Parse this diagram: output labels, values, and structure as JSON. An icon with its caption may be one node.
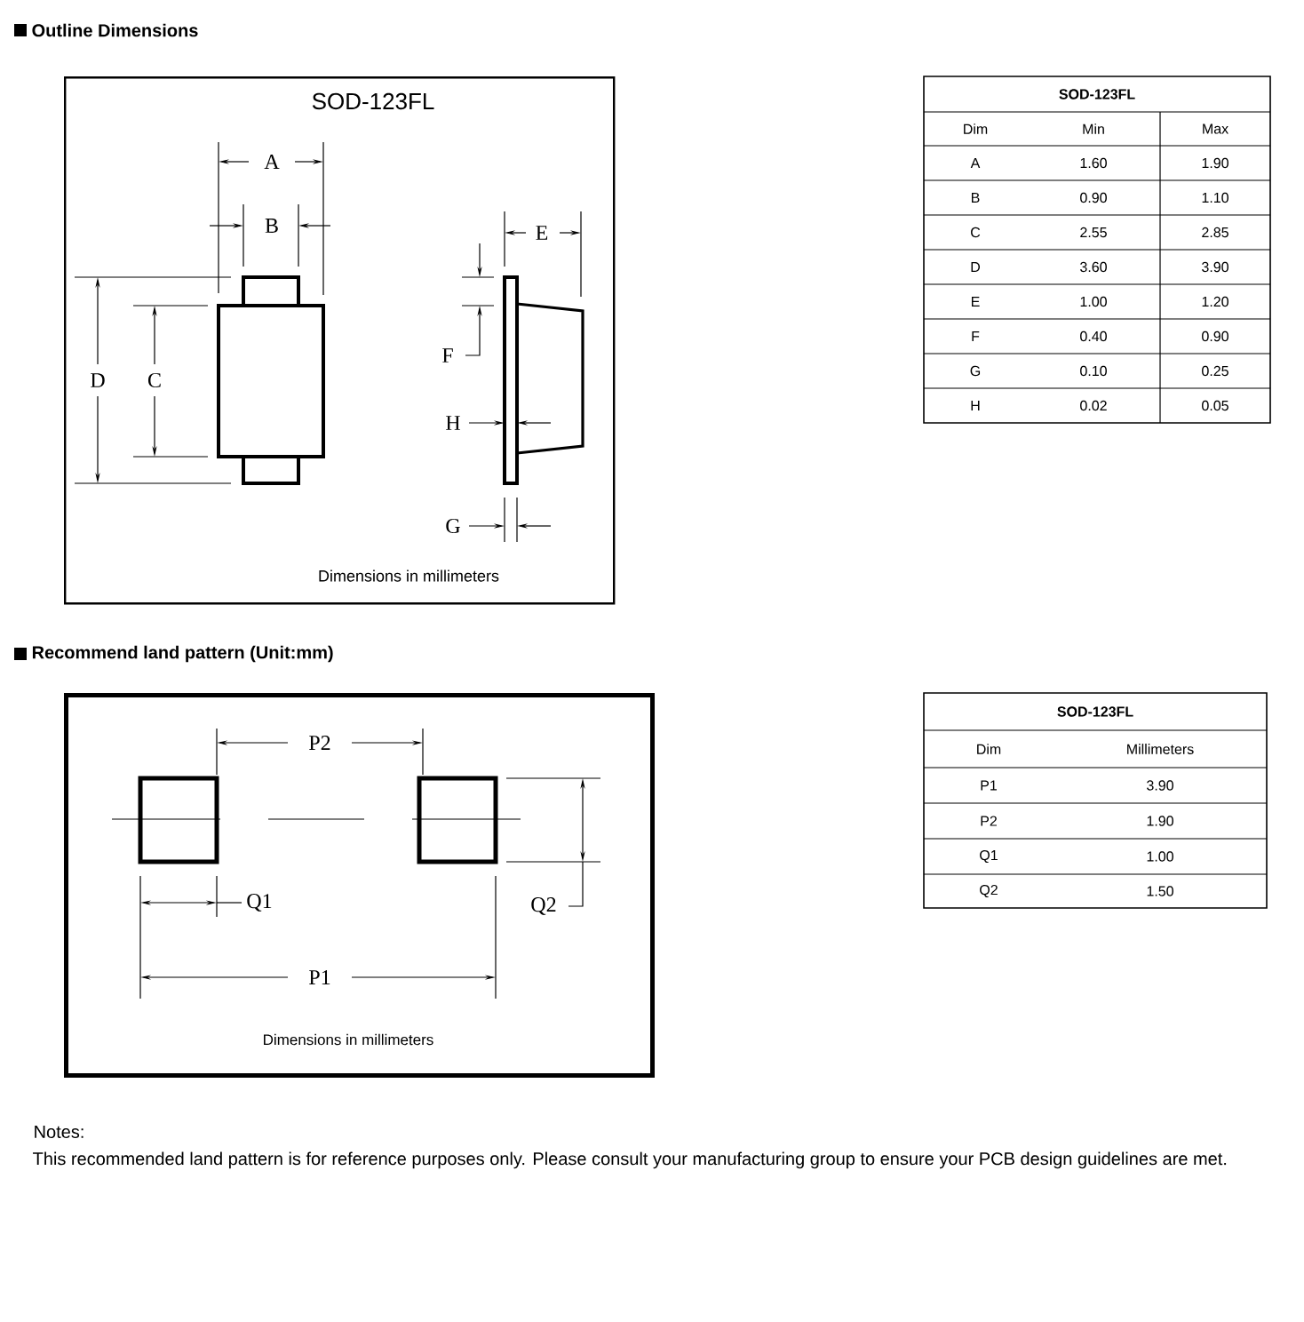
{
  "diagram": {
    "nodes": [
      {
        "text": [
          "SOD-123FL",
          "Dimensions in millimeters"
        ]
      },
      {
        "text": [
          "Dimensions in millimeters"
        ]
      }
    ],
    "labels": [
      "Outline Dimensions",
      "A",
      "B",
      "D",
      "C",
      "E",
      "F",
      "H",
      "G",
      "SOD-123FL",
      "Dim",
      "Min",
      "Max",
      "A",
      "1.60",
      "1.90",
      "B",
      "0.90",
      "1.10",
      "C",
      "2.55",
      "2.85",
      "D",
      "3.60",
      "3.90",
      "E",
      "1.00",
      "1.20",
      "F",
      "0.40",
      "0.90",
      "G",
      "0.10",
      "0.25",
      "H",
      "0.02",
      "0.05",
      "Recommend land pattern (Unit:mm)",
      "P2",
      "Q1",
      "Q2",
      "P1",
      "SOD-123FL",
      "Dim",
      "Millimeters",
      "P1",
      "3.90",
      "P2",
      "1.90",
      "Q1",
      "1.00",
      "Q2",
      "1.50",
      "Notes:",
      "This recommended land pattern is for reference purposes only. Please consult your manufacturing group to ensure your PCB design guidelines are met."
    ]
  }
}
